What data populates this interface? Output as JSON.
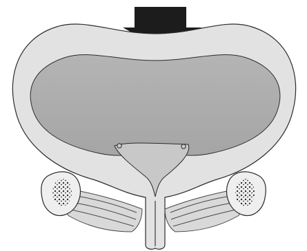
{
  "figure": {
    "elements": [
      "pressure-arrow",
      "outer-wall",
      "inner-lumen",
      "trigone",
      "ureteral-orifice-left",
      "ureteral-orifice-right",
      "urethra",
      "pelvic-bone-left",
      "pelvic-bone-right",
      "pelvic-floor-muscle-left",
      "pelvic-floor-muscle-right"
    ]
  },
  "colors": {
    "arrow": "#1c1c1c",
    "outline": "#2a2a2a",
    "outer_wall": "#e2e2e2",
    "inner_lumen": "#b4b4b4",
    "inner_lumen_dark": "#9f9f9f",
    "trigone": "#c8c8c8",
    "bone_fill": "#efefef",
    "marrow": "#2d2d2d",
    "muscle_fill": "#d9d9d9",
    "muscle_stroke": "#454545"
  }
}
